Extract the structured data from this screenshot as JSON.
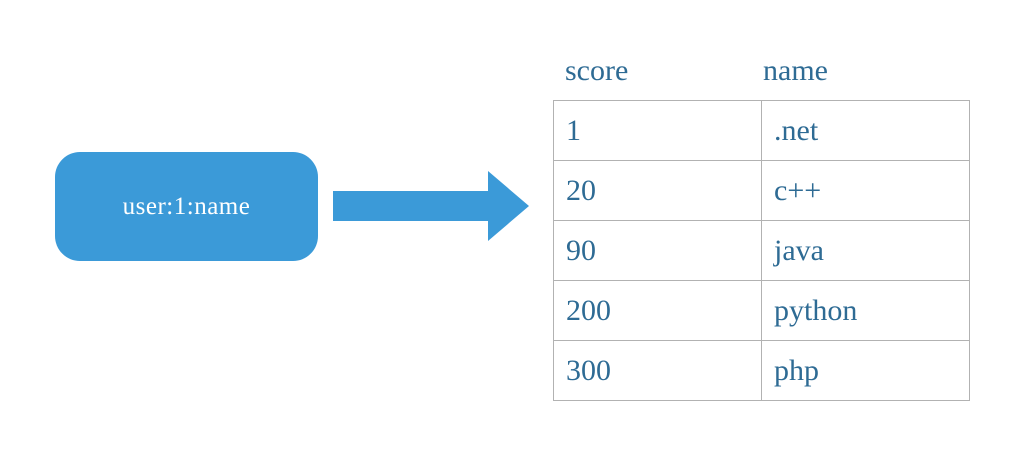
{
  "diagram": {
    "key_box": {
      "label": "user:1:name",
      "fill_color": "#3b9ad8",
      "text_color": "#ffffff"
    },
    "arrow": {
      "icon": "arrow-right-icon",
      "color": "#3b9ad8",
      "direction": "right"
    },
    "table": {
      "columns": [
        {
          "key": "score",
          "label": "score"
        },
        {
          "key": "name",
          "label": "name"
        }
      ],
      "rows": [
        {
          "score": "1",
          "name": ".net"
        },
        {
          "score": "20",
          "name": "c++"
        },
        {
          "score": "90",
          "name": "java"
        },
        {
          "score": "200",
          "name": "python"
        },
        {
          "score": "300",
          "name": "php"
        }
      ],
      "text_color": "#2e6b94",
      "border_color": "#b2b2b2"
    }
  }
}
